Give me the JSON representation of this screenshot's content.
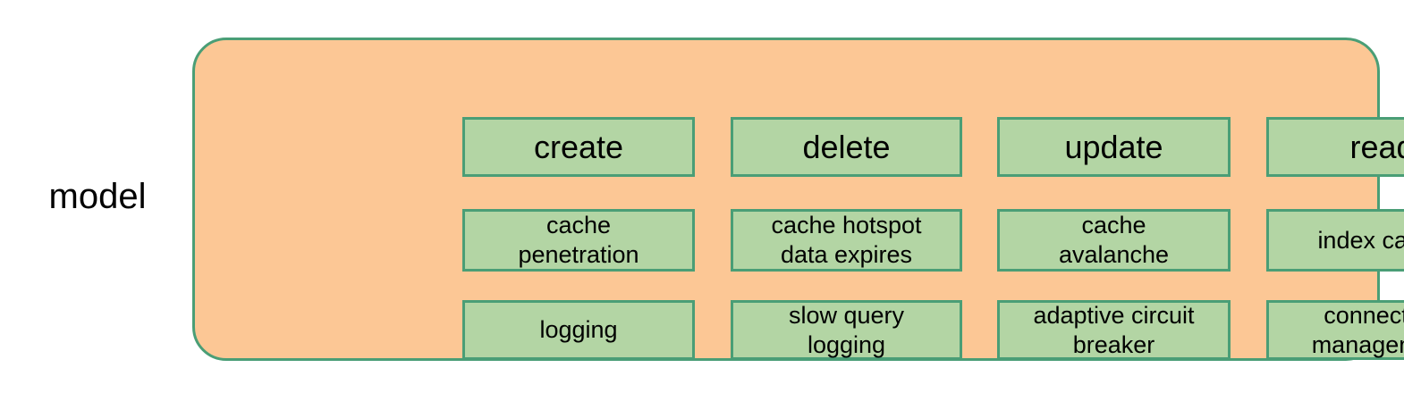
{
  "diagram": {
    "side_label": "model",
    "colors": {
      "panel_fill": "#fcc795",
      "panel_border": "#4a9e76",
      "node_fill": "#b3d5a4",
      "node_border": "#4a9e76",
      "text": "#000000",
      "background": "#ffffff"
    },
    "rows": [
      {
        "row_index": 0,
        "nodes": [
          {
            "label": "create"
          },
          {
            "label": "delete"
          },
          {
            "label": "update"
          },
          {
            "label": "read"
          }
        ]
      },
      {
        "row_index": 1,
        "nodes": [
          {
            "label": "cache\npenetration"
          },
          {
            "label": "cache hotspot\ndata expires"
          },
          {
            "label": "cache\navalanche"
          },
          {
            "label": "index cache"
          }
        ]
      },
      {
        "row_index": 2,
        "nodes": [
          {
            "label": "logging"
          },
          {
            "label": "slow query\nlogging"
          },
          {
            "label": "adaptive circuit\nbreaker"
          },
          {
            "label": "connection\nmanagement"
          }
        ]
      }
    ]
  }
}
